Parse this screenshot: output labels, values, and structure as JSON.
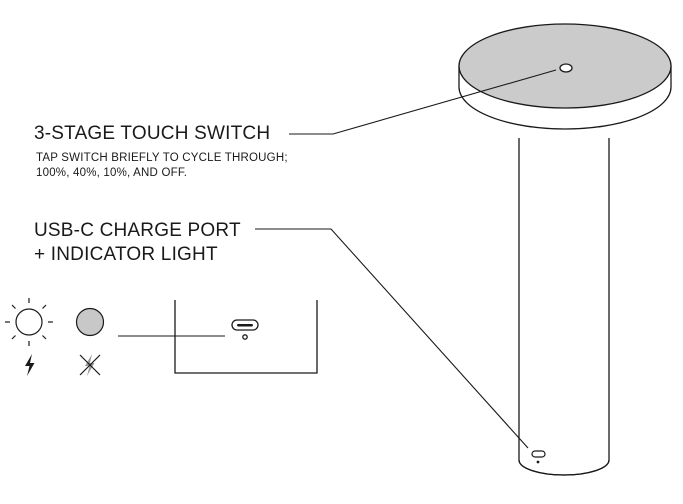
{
  "touch_switch": {
    "title": "3-STAGE TOUCH SWITCH",
    "description_line1": "TAP SWITCH BRIEFLY TO CYCLE THROUGH;",
    "description_line2": "100%, 40%, 10%, AND OFF."
  },
  "usb_port": {
    "title_line1": "USB-C CHARGE PORT",
    "title_line2": "+ INDICATOR LIGHT"
  },
  "indicator_states": [
    {
      "light": "sun-icon",
      "status": "charging-bolt-icon"
    },
    {
      "light": "grey-dot-icon",
      "status": "not-charging-icon"
    }
  ],
  "colors": {
    "line": "#1a1a1a",
    "lamp_top": "#cbcbcb",
    "indicator_off": "#c8c8c8"
  }
}
